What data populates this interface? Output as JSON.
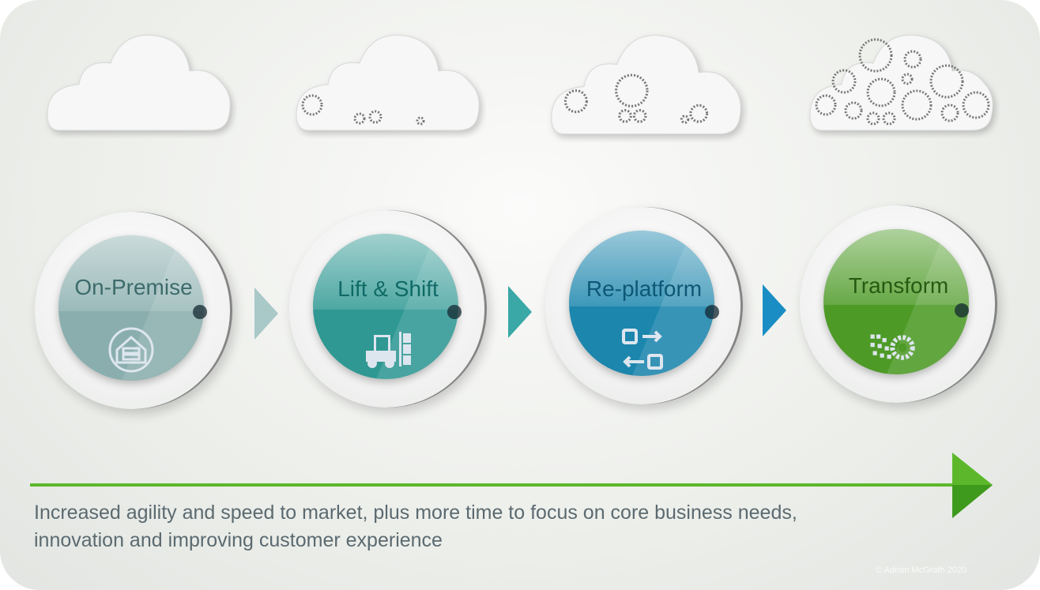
{
  "stages": [
    {
      "label": "On-Premise",
      "icon": "server-house-icon",
      "color": "#8aaeae",
      "text_color": "#3d6b6b"
    },
    {
      "label": "Lift & Shift",
      "icon": "forklift-icon",
      "color": "#2f9893",
      "text_color": "#0f6a66"
    },
    {
      "label": "Re-platform",
      "icon": "migrate-arrows-icon",
      "color": "#1c86ad",
      "text_color": "#0d5876"
    },
    {
      "label": "Transform",
      "icon": "digital-gear-icon",
      "color": "#4d9a26",
      "text_color": "#265a12"
    }
  ],
  "caption": {
    "line1": "Increased agility and speed to market, plus more time to focus on core business needs,",
    "line2": "innovation and improving customer experience"
  },
  "copyright": "© Adrian McGrath 2020",
  "colors": {
    "progress_arrow": "#5cb82a"
  }
}
